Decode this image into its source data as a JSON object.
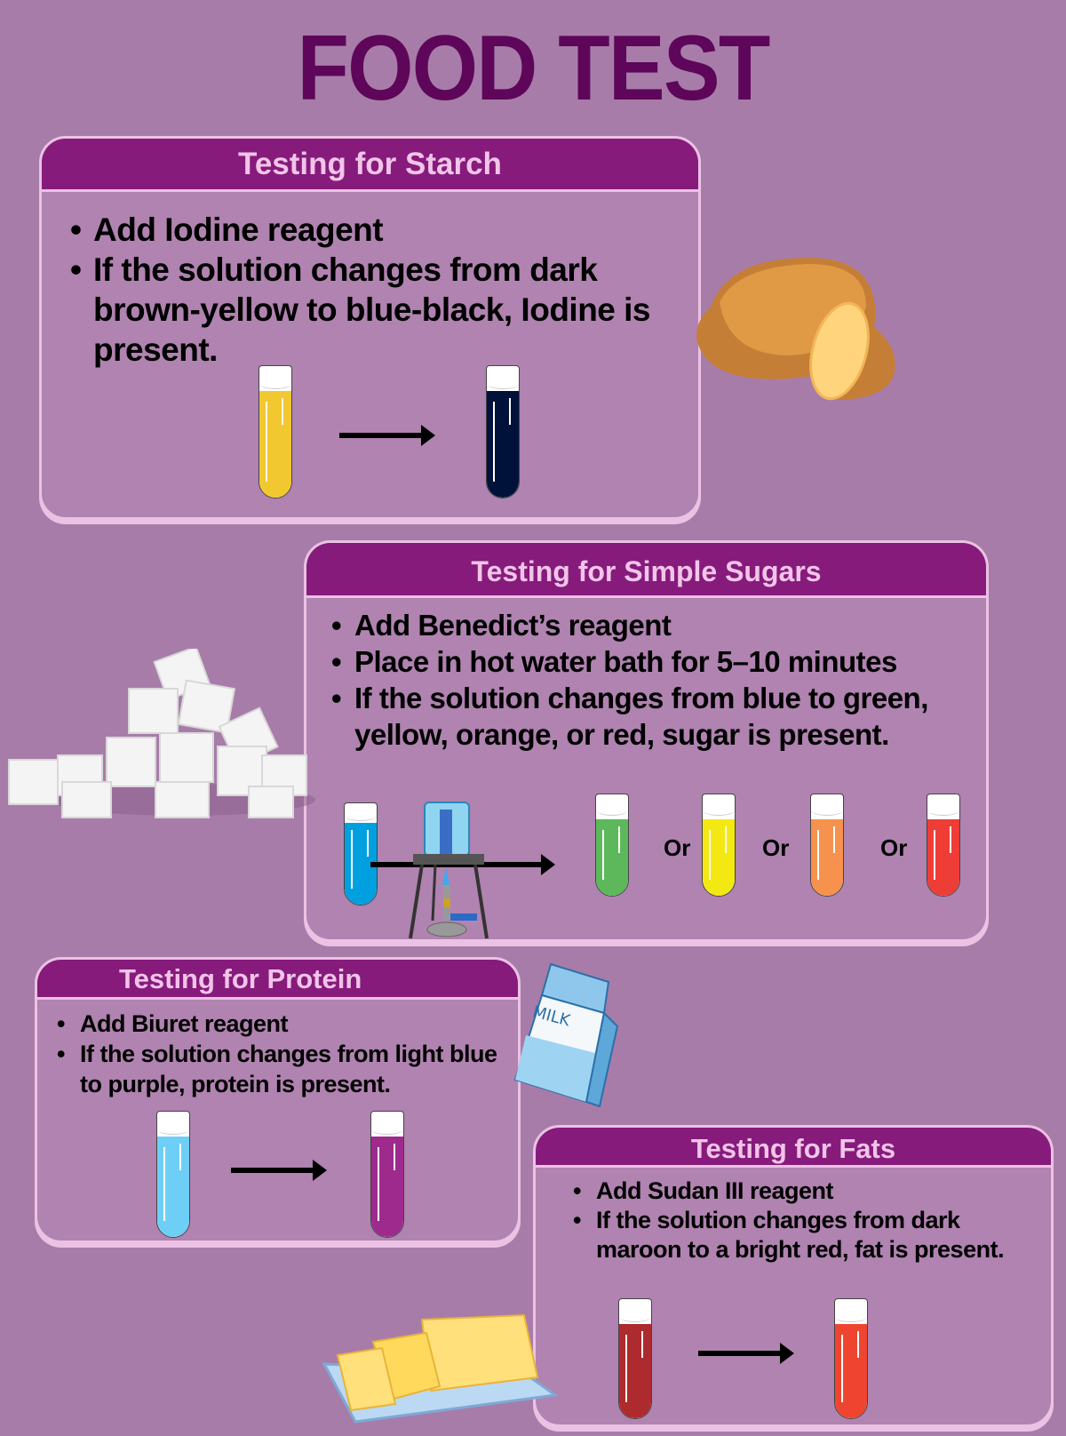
{
  "title": "FOOD TEST",
  "sections": {
    "starch": {
      "heading": "Testing for Starch",
      "bullets": [
        "Add Iodine reagent",
        "If the solution changes from dark brown-yellow to blue-black, Iodine is present."
      ],
      "colors": [
        "#f2c830",
        "#00123a"
      ]
    },
    "sugars": {
      "heading": "Testing for Simple Sugars",
      "bullets": [
        "Add Benedict’s reagent",
        "Place in hot water bath for 5–10 minutes",
        "If the solution changes from blue to green, yellow, orange, or red, sugar is present."
      ],
      "or_label": "Or",
      "colors": [
        "#00a0e0",
        "#5cb85a",
        "#f4e812",
        "#f6924e",
        "#ee3d36"
      ]
    },
    "protein": {
      "heading": "Testing for Protein",
      "bullets": [
        "Add Biuret reagent",
        "If the solution changes from light blue to purple, protein is present."
      ],
      "colors": [
        "#6ecff6",
        "#9e2a8e"
      ]
    },
    "fats": {
      "heading": "Testing for Fats",
      "bullets": [
        "Add Sudan III reagent",
        "If the solution changes from dark maroon to a bright red, fat is present."
      ],
      "colors": [
        "#ad2a2e",
        "#ef4530"
      ]
    }
  },
  "milk_label": "MILK"
}
